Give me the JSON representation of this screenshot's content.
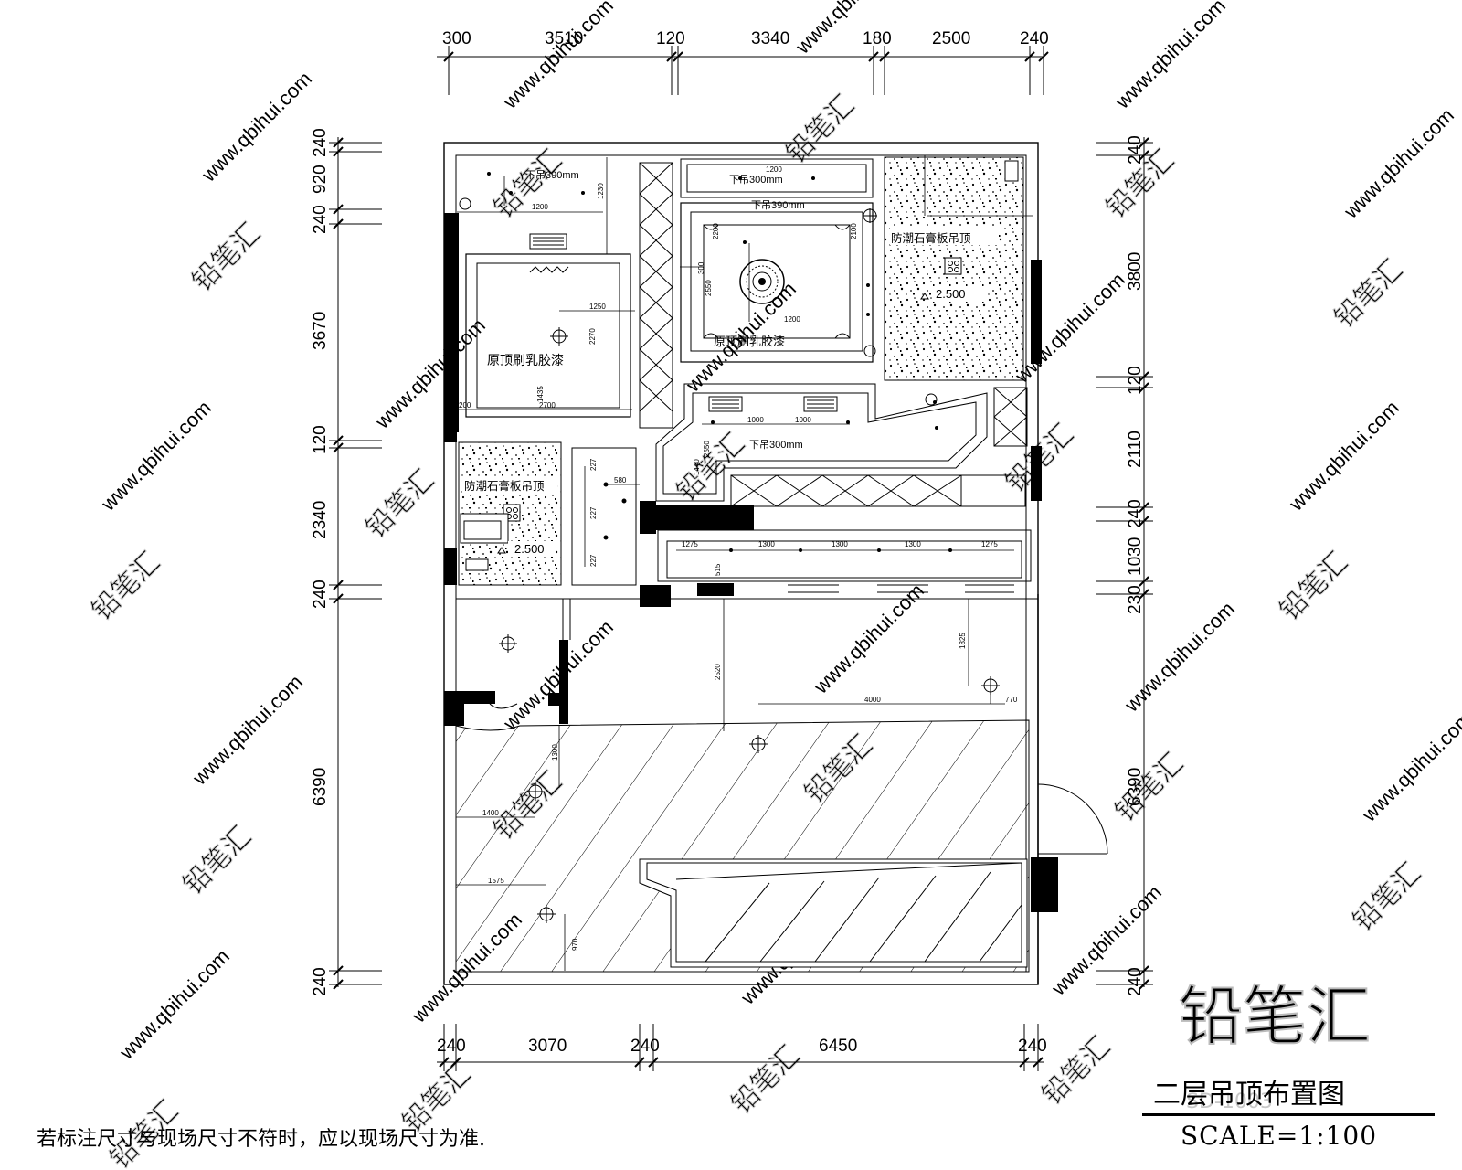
{
  "watermark": {
    "url": "www.qbihui.com",
    "brand": "铅笔汇",
    "logo_code": "SD-1003"
  },
  "dims": {
    "top": [
      "300",
      "3510",
      "120",
      "3340",
      "180",
      "2500",
      "240"
    ],
    "bottom": [
      "240",
      "3070",
      "240",
      "6450",
      "240"
    ],
    "left": [
      "240",
      "920",
      "240",
      "3670",
      "120",
      "2340",
      "240",
      "6390",
      "240"
    ],
    "right": [
      "240",
      "3800",
      "120",
      "2110",
      "240",
      "1030",
      "230",
      "6390",
      "240"
    ]
  },
  "rooms": {
    "room1_label": "原顶刷乳胶漆",
    "room2_label": "原顶刷乳胶漆",
    "room3_label": "防潮石膏板吊顶",
    "room4_label": "防潮石膏板吊顶",
    "room3_height": "2.500",
    "room4_height": "2.500",
    "drop1": "下吊390mm",
    "drop2": "下吊300mm",
    "drop3": "下吊390mm",
    "drop4": "下吊300mm"
  },
  "small_dims": {
    "a": "1200",
    "b": "1230",
    "c": "2270",
    "d": "2700",
    "e": "200",
    "f": "1435",
    "g": "1250",
    "h": "2200",
    "i": "2100",
    "j": "2550",
    "k": "300",
    "l": "1000",
    "m": "2550",
    "n": "1440",
    "o": "227",
    "p": "580",
    "q": "1275",
    "r": "1300",
    "s": "515",
    "t": "2520",
    "u": "4000",
    "v": "1825",
    "w": "770",
    "x": "1400",
    "y": "1575",
    "z": "970"
  },
  "title": {
    "name": "二层吊顶布置图",
    "scale": "SCALE=1:100"
  },
  "note": "若标注尺寸与现场尺寸不符时，应以现场尺寸为准."
}
